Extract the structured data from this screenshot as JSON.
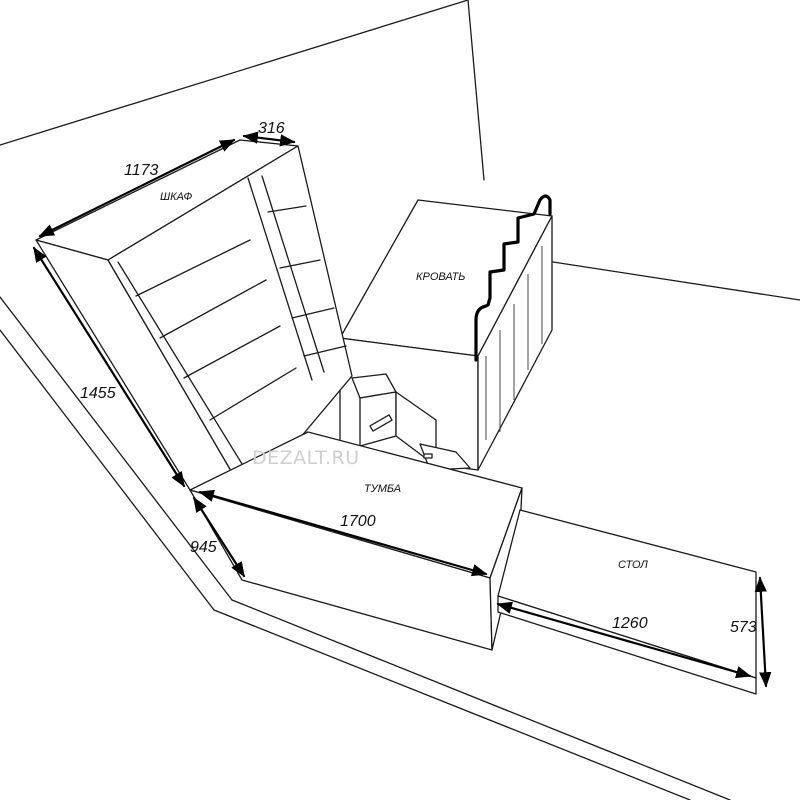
{
  "labels": {
    "wardrobe": "ШКАФ",
    "bed": "КРОВАТЬ",
    "cabinet": "ТУМБА",
    "desk": "СТОЛ"
  },
  "dimensions": {
    "wardrobe_width": "1173",
    "wardrobe_depth": "316",
    "wardrobe_height": "1455",
    "cabinet_depth": "945",
    "cabinet_length": "1700",
    "desk_length": "1260",
    "desk_depth": "573"
  },
  "watermark": "DEZALT.RU"
}
